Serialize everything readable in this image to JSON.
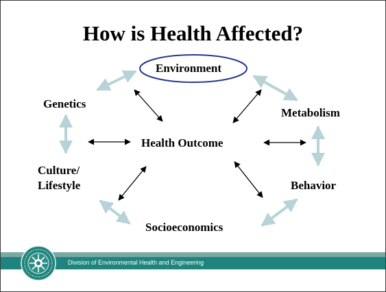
{
  "slide": {
    "title": "How is Health Affected?",
    "nodes": {
      "environment": "Environment",
      "genetics": "Genetics",
      "metabolism": "Metabolism",
      "health_outcome": "Health Outcome",
      "culture_line1": "Culture/",
      "culture_line2": "Lifestyle",
      "behavior": "Behavior",
      "socioeconomics": "Socioeconomics"
    },
    "footer": {
      "text": "Division of Environmental Health and Engineering"
    }
  },
  "colors": {
    "outer_ring_arrow": "#b7d3d8",
    "inner_arrow": "#000000",
    "highlight_ellipse": "#2a3590",
    "footer_bar": "#1e847d",
    "footer_band": "#7aa9a4"
  },
  "icons": {
    "logo": "university-seal-icon"
  }
}
